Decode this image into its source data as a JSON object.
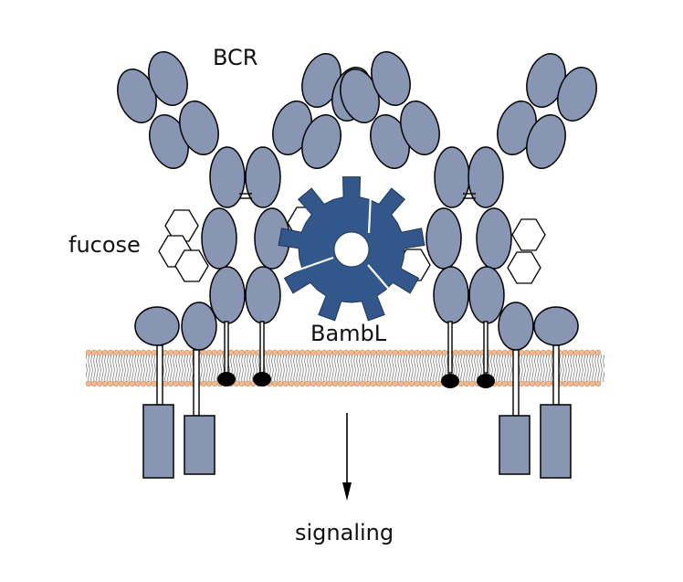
{
  "labels": {
    "bcr": "BCR",
    "fucose": "fucose",
    "bambl": "BambL",
    "signaling": "signaling"
  },
  "colors": {
    "receptor": "#8896b4",
    "lectin": "#33578a",
    "lipid_head": "#f0b98e",
    "outline": "#000000"
  }
}
